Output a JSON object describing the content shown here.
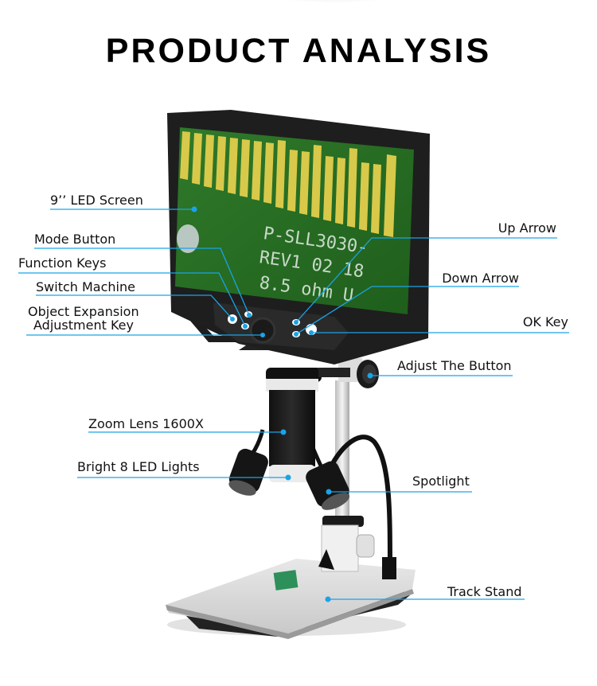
{
  "title": "PRODUCT ANALYSIS",
  "accent_color": "#1aa3e8",
  "screen_text": {
    "line1": "P-SLL3030-",
    "line2": "REV1 02 18",
    "line3": "8.5 ohm U"
  },
  "labels": {
    "led_screen": "9’’ LED Screen",
    "mode_button": "Mode Button",
    "function_keys": "Function Keys",
    "switch_machine": "Switch Machine",
    "object_expansion_1": "Object Expansion",
    "object_expansion_2": "Adjustment Key",
    "up_arrow": "Up Arrow",
    "down_arrow": "Down Arrow",
    "ok_key": "OK Key",
    "adjust_button": "Adjust The Button",
    "zoom_lens": "Zoom Lens 1600X",
    "led_lights": "Bright 8 LED Lights",
    "spotlight": "Spotlight",
    "track_stand": "Track Stand"
  }
}
